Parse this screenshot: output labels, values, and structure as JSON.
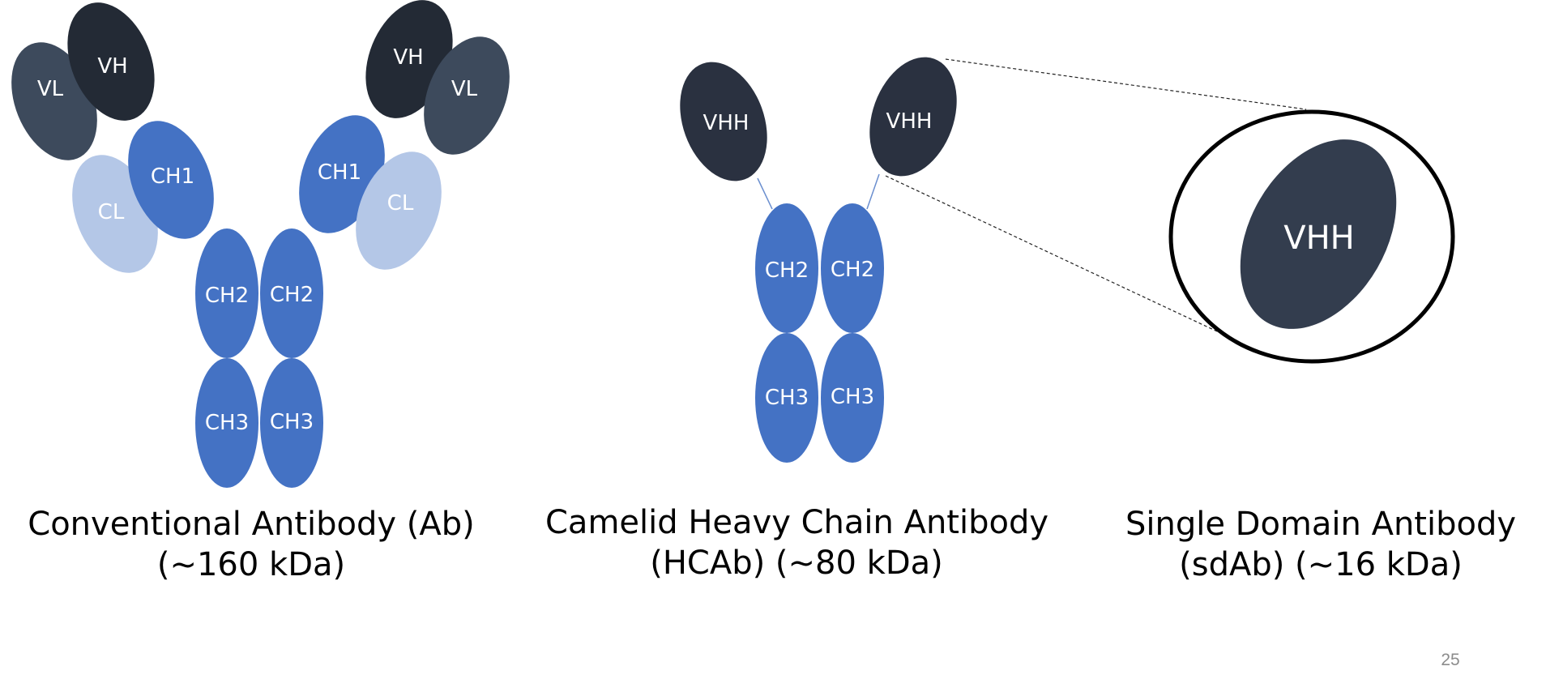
{
  "colors": {
    "dark_domain": "#2a3140",
    "darkest_domain": "#232a35",
    "slate_domain": "#3d4a5c",
    "blue_domain": "#4472c4",
    "light_blue_domain": "#b4c7e7",
    "text_on_domain": "#ffffff",
    "caption_text": "#000000",
    "page_number": "#8c8c8c"
  },
  "conventional_antibody": {
    "domains": {
      "vl_left": "VL",
      "vh_left": "VH",
      "ch1_left": "CH1",
      "cl_left": "CL",
      "vh_right": "VH",
      "vl_right": "VL",
      "ch1_right": "CH1",
      "cl_right": "CL",
      "ch2_left": "CH2",
      "ch2_right": "CH2",
      "ch3_left": "CH3",
      "ch3_right": "CH3"
    },
    "caption_line1": "Conventional Antibody (Ab)",
    "caption_line2": "(~160 kDa)"
  },
  "camelid_antibody": {
    "domains": {
      "vhh_left": "VHH",
      "vhh_right": "VHH",
      "ch2_left": "CH2",
      "ch2_right": "CH2",
      "ch3_left": "CH3",
      "ch3_right": "CH3"
    },
    "caption_line1": "Camelid Heavy Chain Antibody",
    "caption_line2": "(HCAb) (~80 kDa)"
  },
  "single_domain_antibody": {
    "domains": {
      "vhh": "VHH"
    },
    "caption_line1": "Single Domain Antibody",
    "caption_line2": "(sdAb) (~16 kDa)"
  },
  "page_number": "25"
}
